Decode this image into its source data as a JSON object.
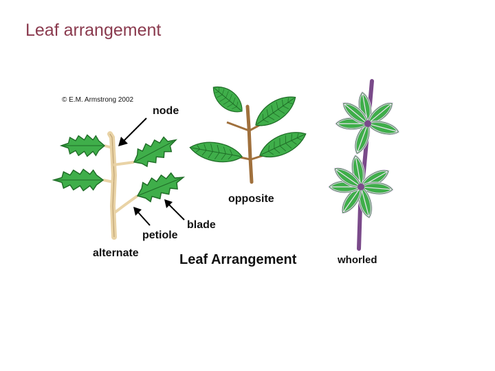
{
  "slide": {
    "title": "Leaf arrangement"
  },
  "figure": {
    "copyright": "© E.M. Armstrong 2002",
    "labels": {
      "node": "node",
      "blade": "blade",
      "petiole": "petiole",
      "alternate": "alternate",
      "opposite": "opposite",
      "whorled": "whorled",
      "caption": "Leaf Arrangement"
    },
    "colors": {
      "title": "#8a3a4e",
      "leaf_green": "#3fae4a",
      "leaf_dark": "#1e6b26",
      "stem_tan": "#e9d3a6",
      "stem_brown": "#a0703c",
      "whorl_stem": "#7a4a8a",
      "whorl_leaf_edge": "#e6d6ef"
    }
  }
}
